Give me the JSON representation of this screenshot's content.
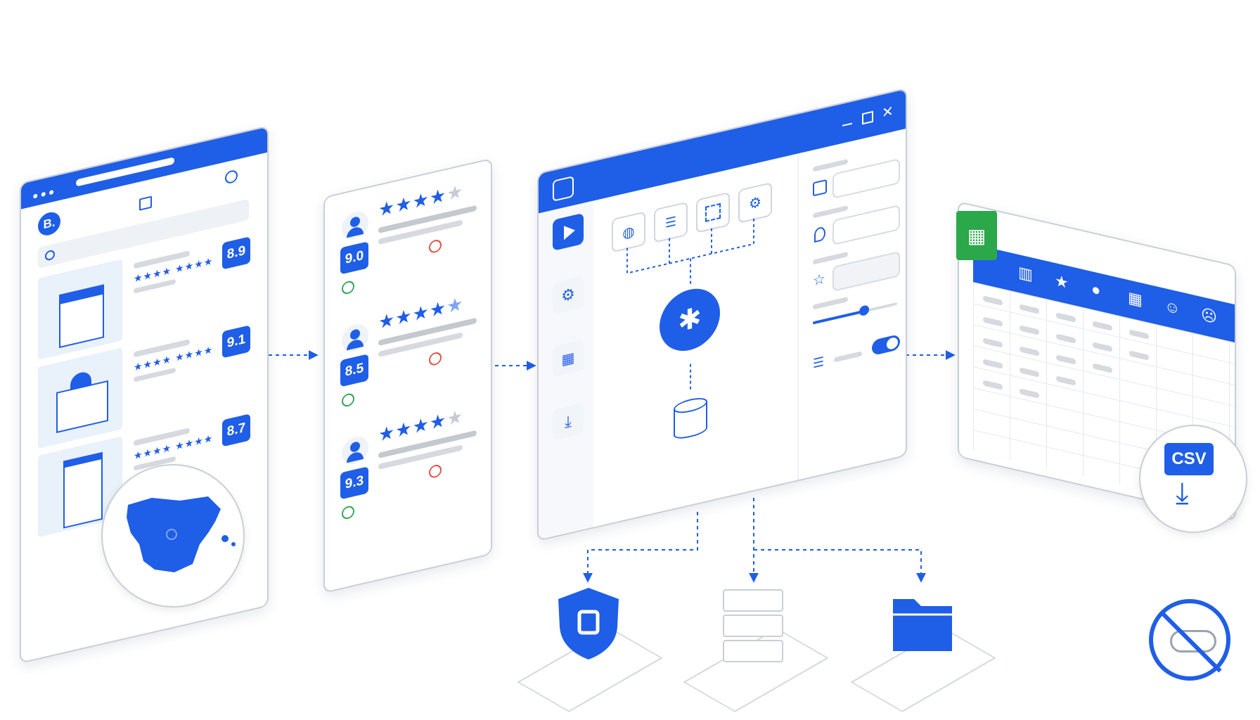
{
  "colors": {
    "primary": "#1f5ee6",
    "panel_border": "#c9ced8",
    "placeholder_bar": "#d6d9df",
    "sheets_green": "#2ba84a"
  },
  "browser": {
    "logo": "B.",
    "scores": [
      "8.9",
      "9.1",
      "8.7"
    ],
    "icons": [
      "search-icon",
      "calendar-icon",
      "user-icon",
      "map-pin-icon"
    ]
  },
  "reviews": {
    "scores": [
      "9.0",
      "8.5",
      "9.3"
    ],
    "icons": [
      "user-icon",
      "star-icon",
      "smile-icon",
      "frown-icon"
    ]
  },
  "scraper": {
    "tools": [
      "globe-icon",
      "document-icon",
      "select-icon",
      "gear-icon"
    ],
    "sidebar": [
      "play-icon",
      "gear-icon",
      "table-icon",
      "download-icon"
    ],
    "center": [
      "bug-icon",
      "database-icon"
    ],
    "settings": [
      "calendar-icon",
      "location-icon",
      "star-icon",
      "list-icon"
    ],
    "window_controls": [
      "minimize-icon",
      "maximize-icon",
      "close-icon"
    ]
  },
  "spreadsheet": {
    "columns": [
      "building-icon",
      "star-icon",
      "user-icon",
      "calendar-icon",
      "smile-icon",
      "frown-icon"
    ],
    "export_label": "CSV"
  },
  "outputs": [
    "shield-icon",
    "server-icon",
    "folder-icon"
  ],
  "no_cloud": "cloud-off-icon"
}
